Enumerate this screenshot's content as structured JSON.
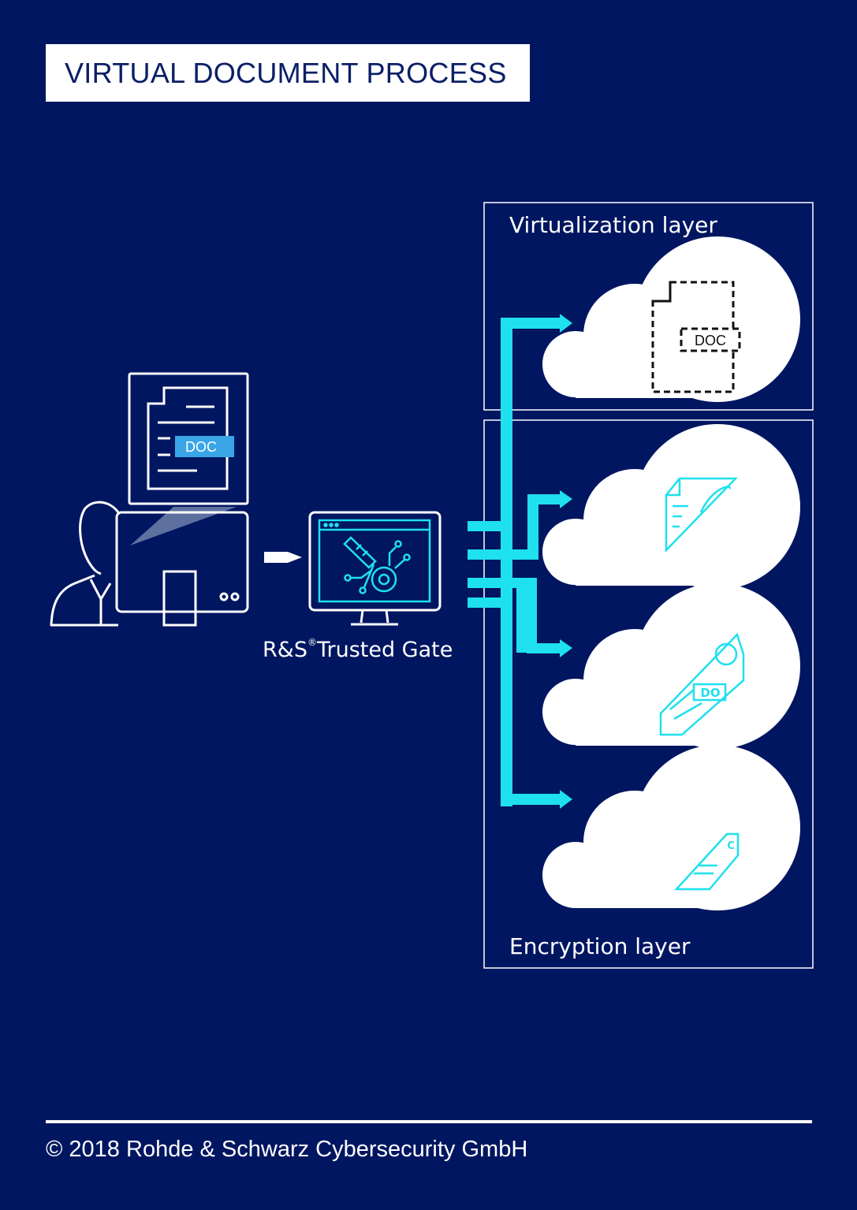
{
  "title": "VIRTUAL DOCUMENT PROCESS",
  "labels": {
    "virtualization_layer": "Virtualization layer",
    "encryption_layer": "Encryption layer",
    "gate_name_prefix": "R&S",
    "gate_name_mark": "®",
    "gate_name_suffix": "Trusted Gate",
    "doc_tag_user": "DOC",
    "doc_tag_virtual": "DOC",
    "fragment_2_text": "DO",
    "fragment_3_text": "C"
  },
  "footer": "© 2018 Rohde & Schwarz Cybersecurity GmbH",
  "colors": {
    "background": "#001660",
    "cyan": "#1ee0ee",
    "white": "#ffffff",
    "doc_tag": "#3aa6e8"
  },
  "icons": [
    "user-icon",
    "monitor-icon",
    "document-icon",
    "arrow-icon",
    "gate-monitor-icon",
    "key-icon",
    "cloud-icon",
    "dashed-document-icon",
    "document-fragment-icon"
  ]
}
